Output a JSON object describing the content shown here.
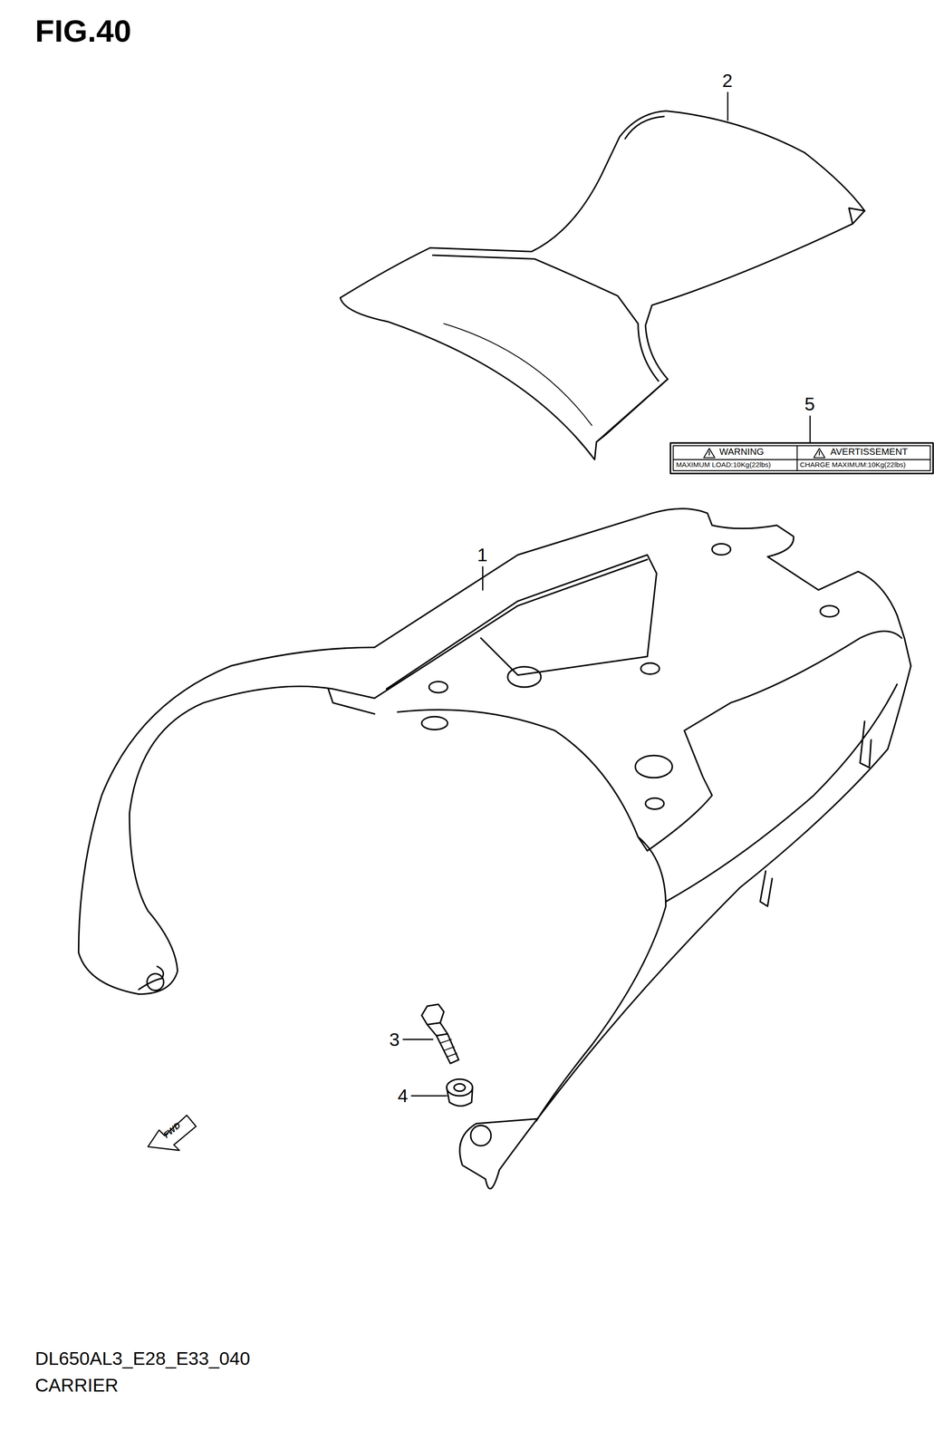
{
  "diagram": {
    "title": "FIG.40",
    "caption": "CARRIER",
    "nodes": [
      {
        "text": [
          "WARNING",
          "AVERTISSEMENT",
          "MAXIMUM LOAD:10Kg(22lbs)",
          "CHARGE MAXIMUM:10Kg(22lbs)"
        ]
      }
    ],
    "labels": [
      "2",
      "5",
      "1",
      "3",
      "4",
      "FWD",
      "DL650AL3_E28_E33_040"
    ]
  }
}
